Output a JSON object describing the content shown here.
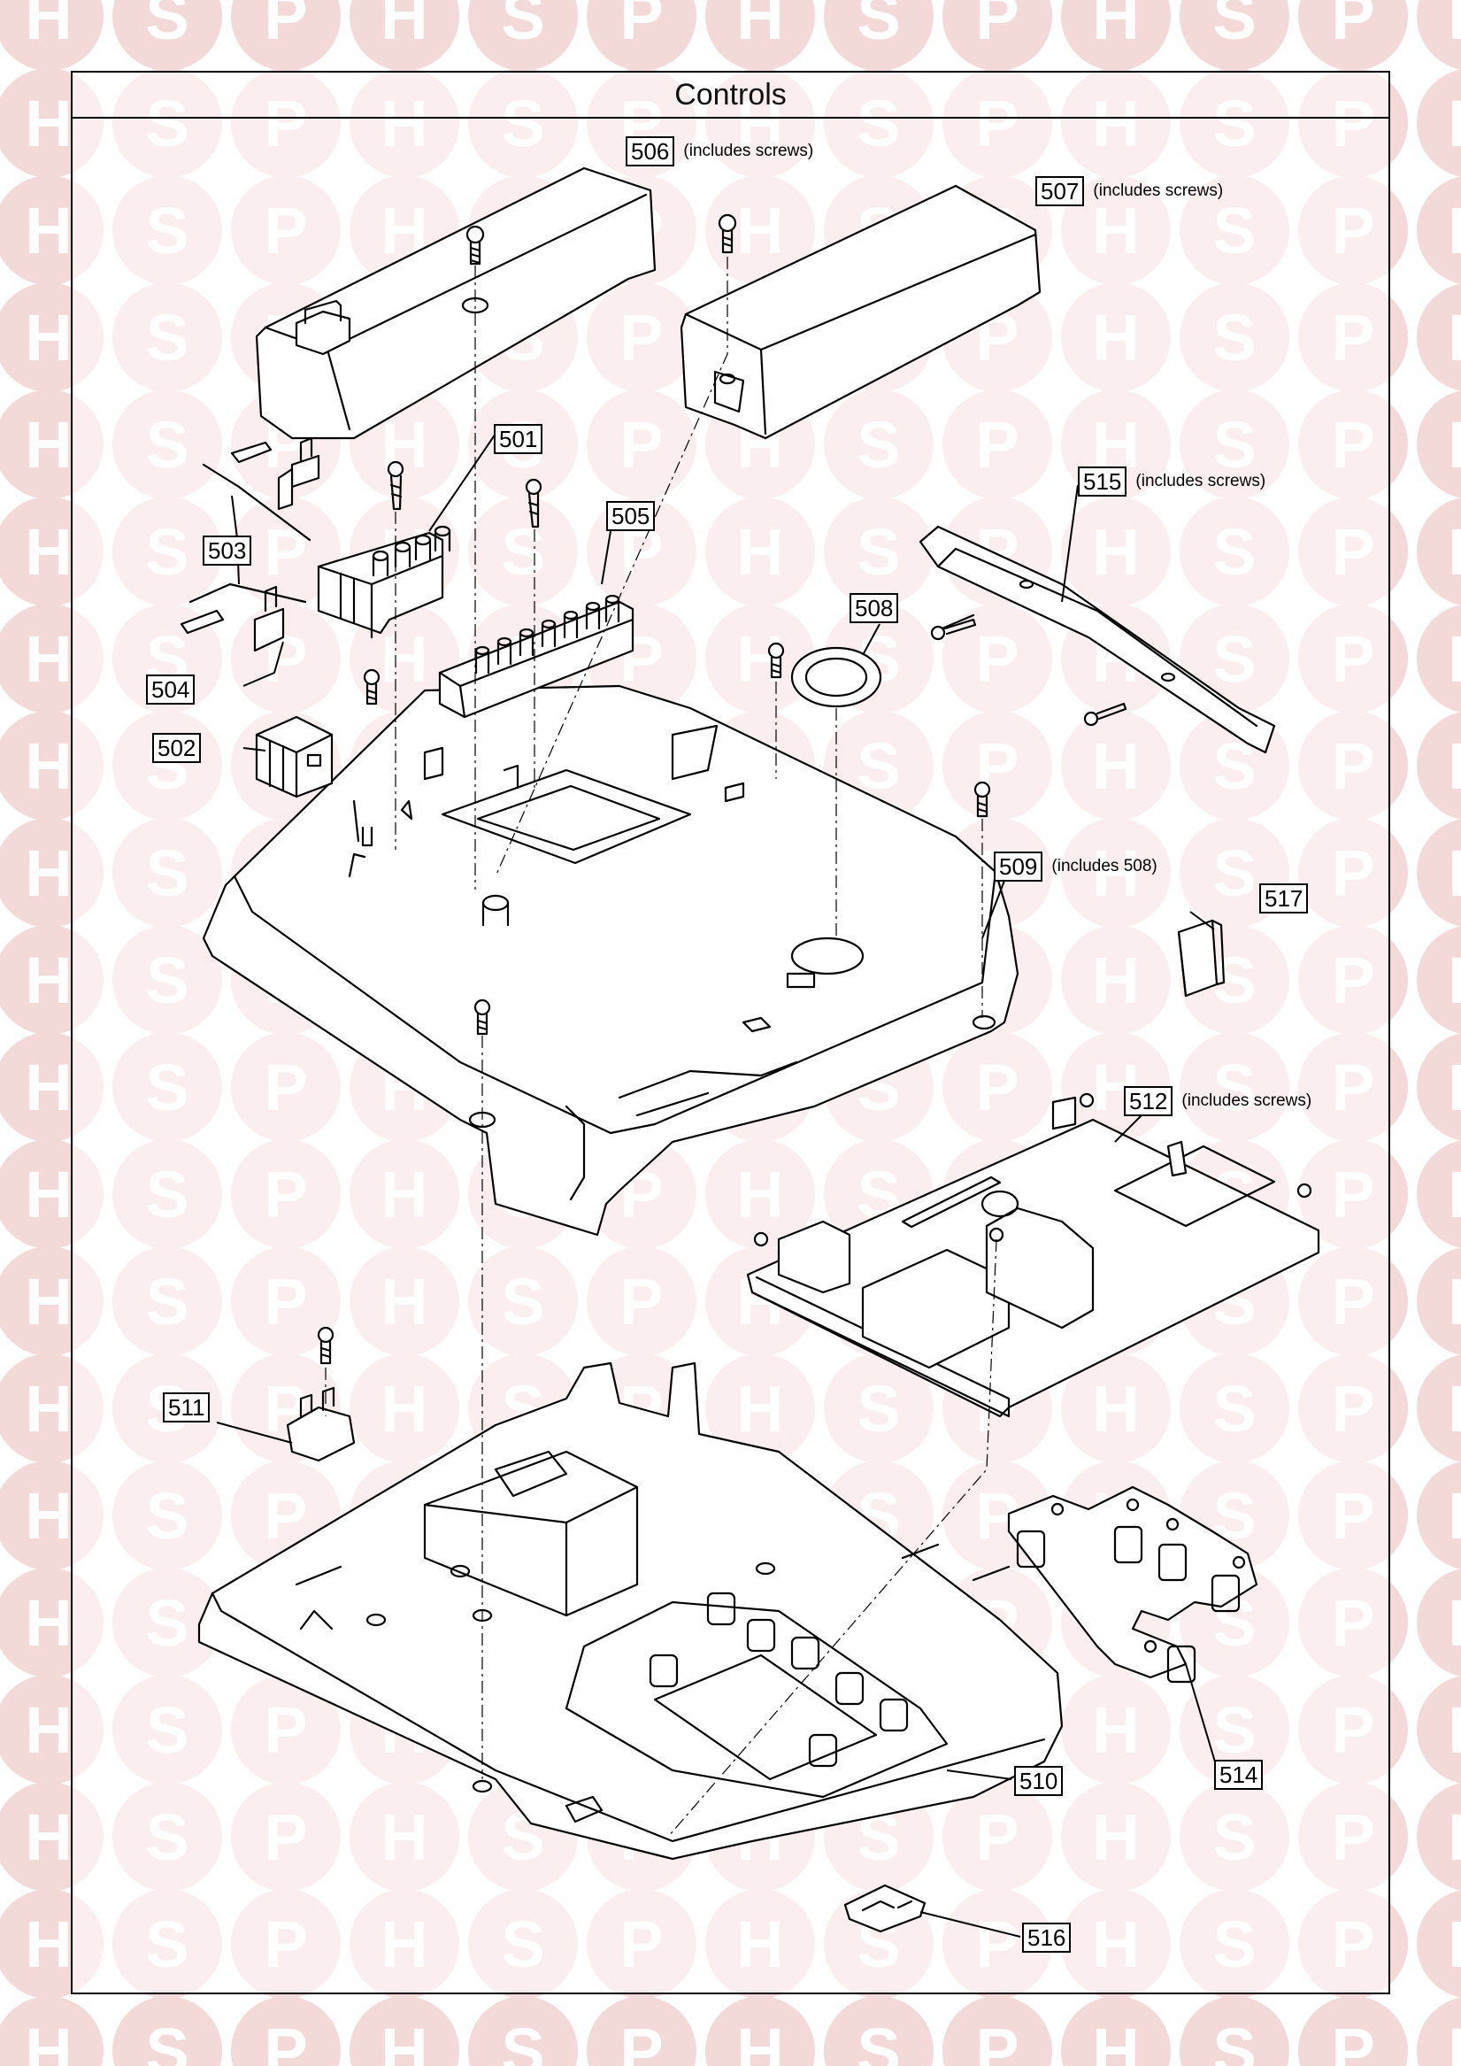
{
  "title": "Controls",
  "colors": {
    "watermark_circle": "#f4d9d9",
    "watermark_letter": "#ffffff",
    "line": "#000000"
  },
  "watermark": {
    "letters": [
      "H",
      "S",
      "P"
    ]
  },
  "callouts": {
    "p506": {
      "number": "506",
      "note": "(includes screws)"
    },
    "p507": {
      "number": "507",
      "note": "(includes screws)"
    },
    "p501": {
      "number": "501"
    },
    "p505": {
      "number": "505"
    },
    "p503": {
      "number": "503"
    },
    "p504": {
      "number": "504"
    },
    "p502": {
      "number": "502"
    },
    "p508": {
      "number": "508"
    },
    "p515": {
      "number": "515",
      "note": "(includes screws)"
    },
    "p509": {
      "number": "509",
      "note": "(includes 508)"
    },
    "p517": {
      "number": "517"
    },
    "p512": {
      "number": "512",
      "note": "(includes screws)"
    },
    "p511": {
      "number": "511"
    },
    "p514": {
      "number": "514"
    },
    "p510": {
      "number": "510"
    },
    "p516": {
      "number": "516"
    }
  }
}
